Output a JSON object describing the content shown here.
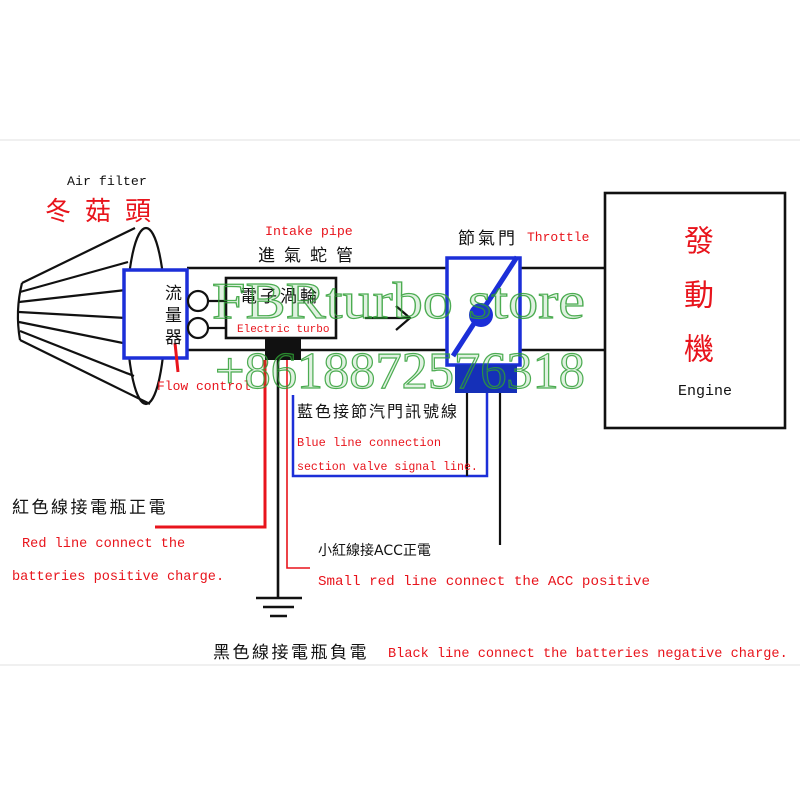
{
  "colors": {
    "label_red": "#e8141c",
    "wire_red": "#e8141c",
    "part_blue": "#1c2fd8",
    "connector_navy": "#1530b8",
    "watermark_green": "#2f9f35",
    "ink": "#111111"
  },
  "air_filter": {
    "label_en": "Air filter",
    "label_zh": "冬菇頭"
  },
  "flow_meter": {
    "label_zh": "流量器",
    "label_en": "Flow control"
  },
  "intake_pipe": {
    "label_en": "Intake pipe",
    "label_zh": "進氣蛇管"
  },
  "electric_turbo": {
    "label_zh": "電子渦輪",
    "label_en": "Electric turbo"
  },
  "throttle": {
    "label_zh": "節氣門",
    "label_en": "Throttle"
  },
  "engine": {
    "label_zh": "發動機",
    "label_en": "Engine"
  },
  "wires": {
    "blue": {
      "label_zh": "藍色接節汽門訊號線",
      "label_en_1": "Blue line connection",
      "label_en_2": "section valve signal line."
    },
    "red": {
      "label_zh": "紅色線接電瓶正電",
      "label_en_1": "Red line connect the",
      "label_en_2": "batteries positive charge."
    },
    "small_red": {
      "label_zh": "小紅線接ACC正電",
      "label_en": "Small red line connect the ACC positive"
    },
    "black": {
      "label_zh": "黑色線接電瓶負電",
      "label_en": "Black line connect the batteries negative charge."
    }
  },
  "watermark": {
    "line1": "FBRturbo store",
    "line2": "+8618872576318"
  }
}
